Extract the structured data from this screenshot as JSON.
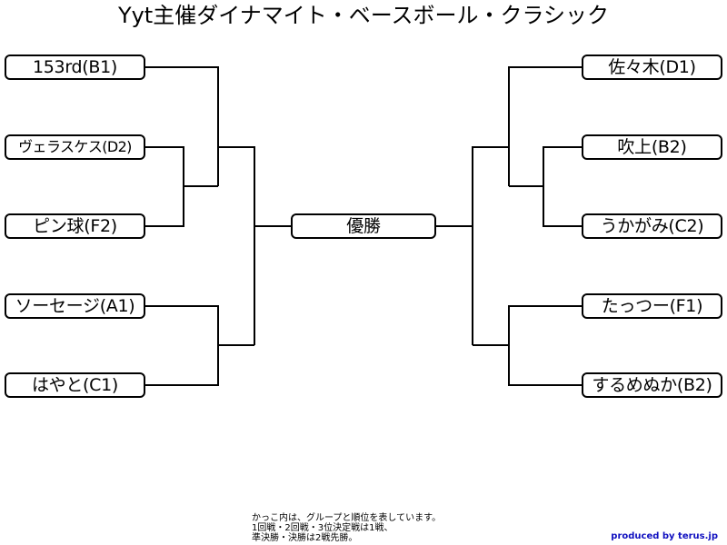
{
  "title": "Yyt主催ダイナマイト・ベースボール・クラシック",
  "left_teams": [
    "153rd(B1)",
    "ヴェラスケス(D2)",
    "ピン球(F2)",
    "ソーセージ(A1)",
    "はやと(C1)"
  ],
  "right_teams": [
    "佐々木(D1)",
    "吹上(B2)",
    "うかがみ(C2)",
    "たっつー(F1)",
    "するめぬか(B2)"
  ],
  "champion_label": "優勝",
  "notes": [
    "かっこ内は、グループと順位を表しています。",
    "1回戦・2回戦・3位決定戦は1戦、",
    "準決勝・決勝は2戦先勝。"
  ],
  "credit": "produced by terus.jp"
}
